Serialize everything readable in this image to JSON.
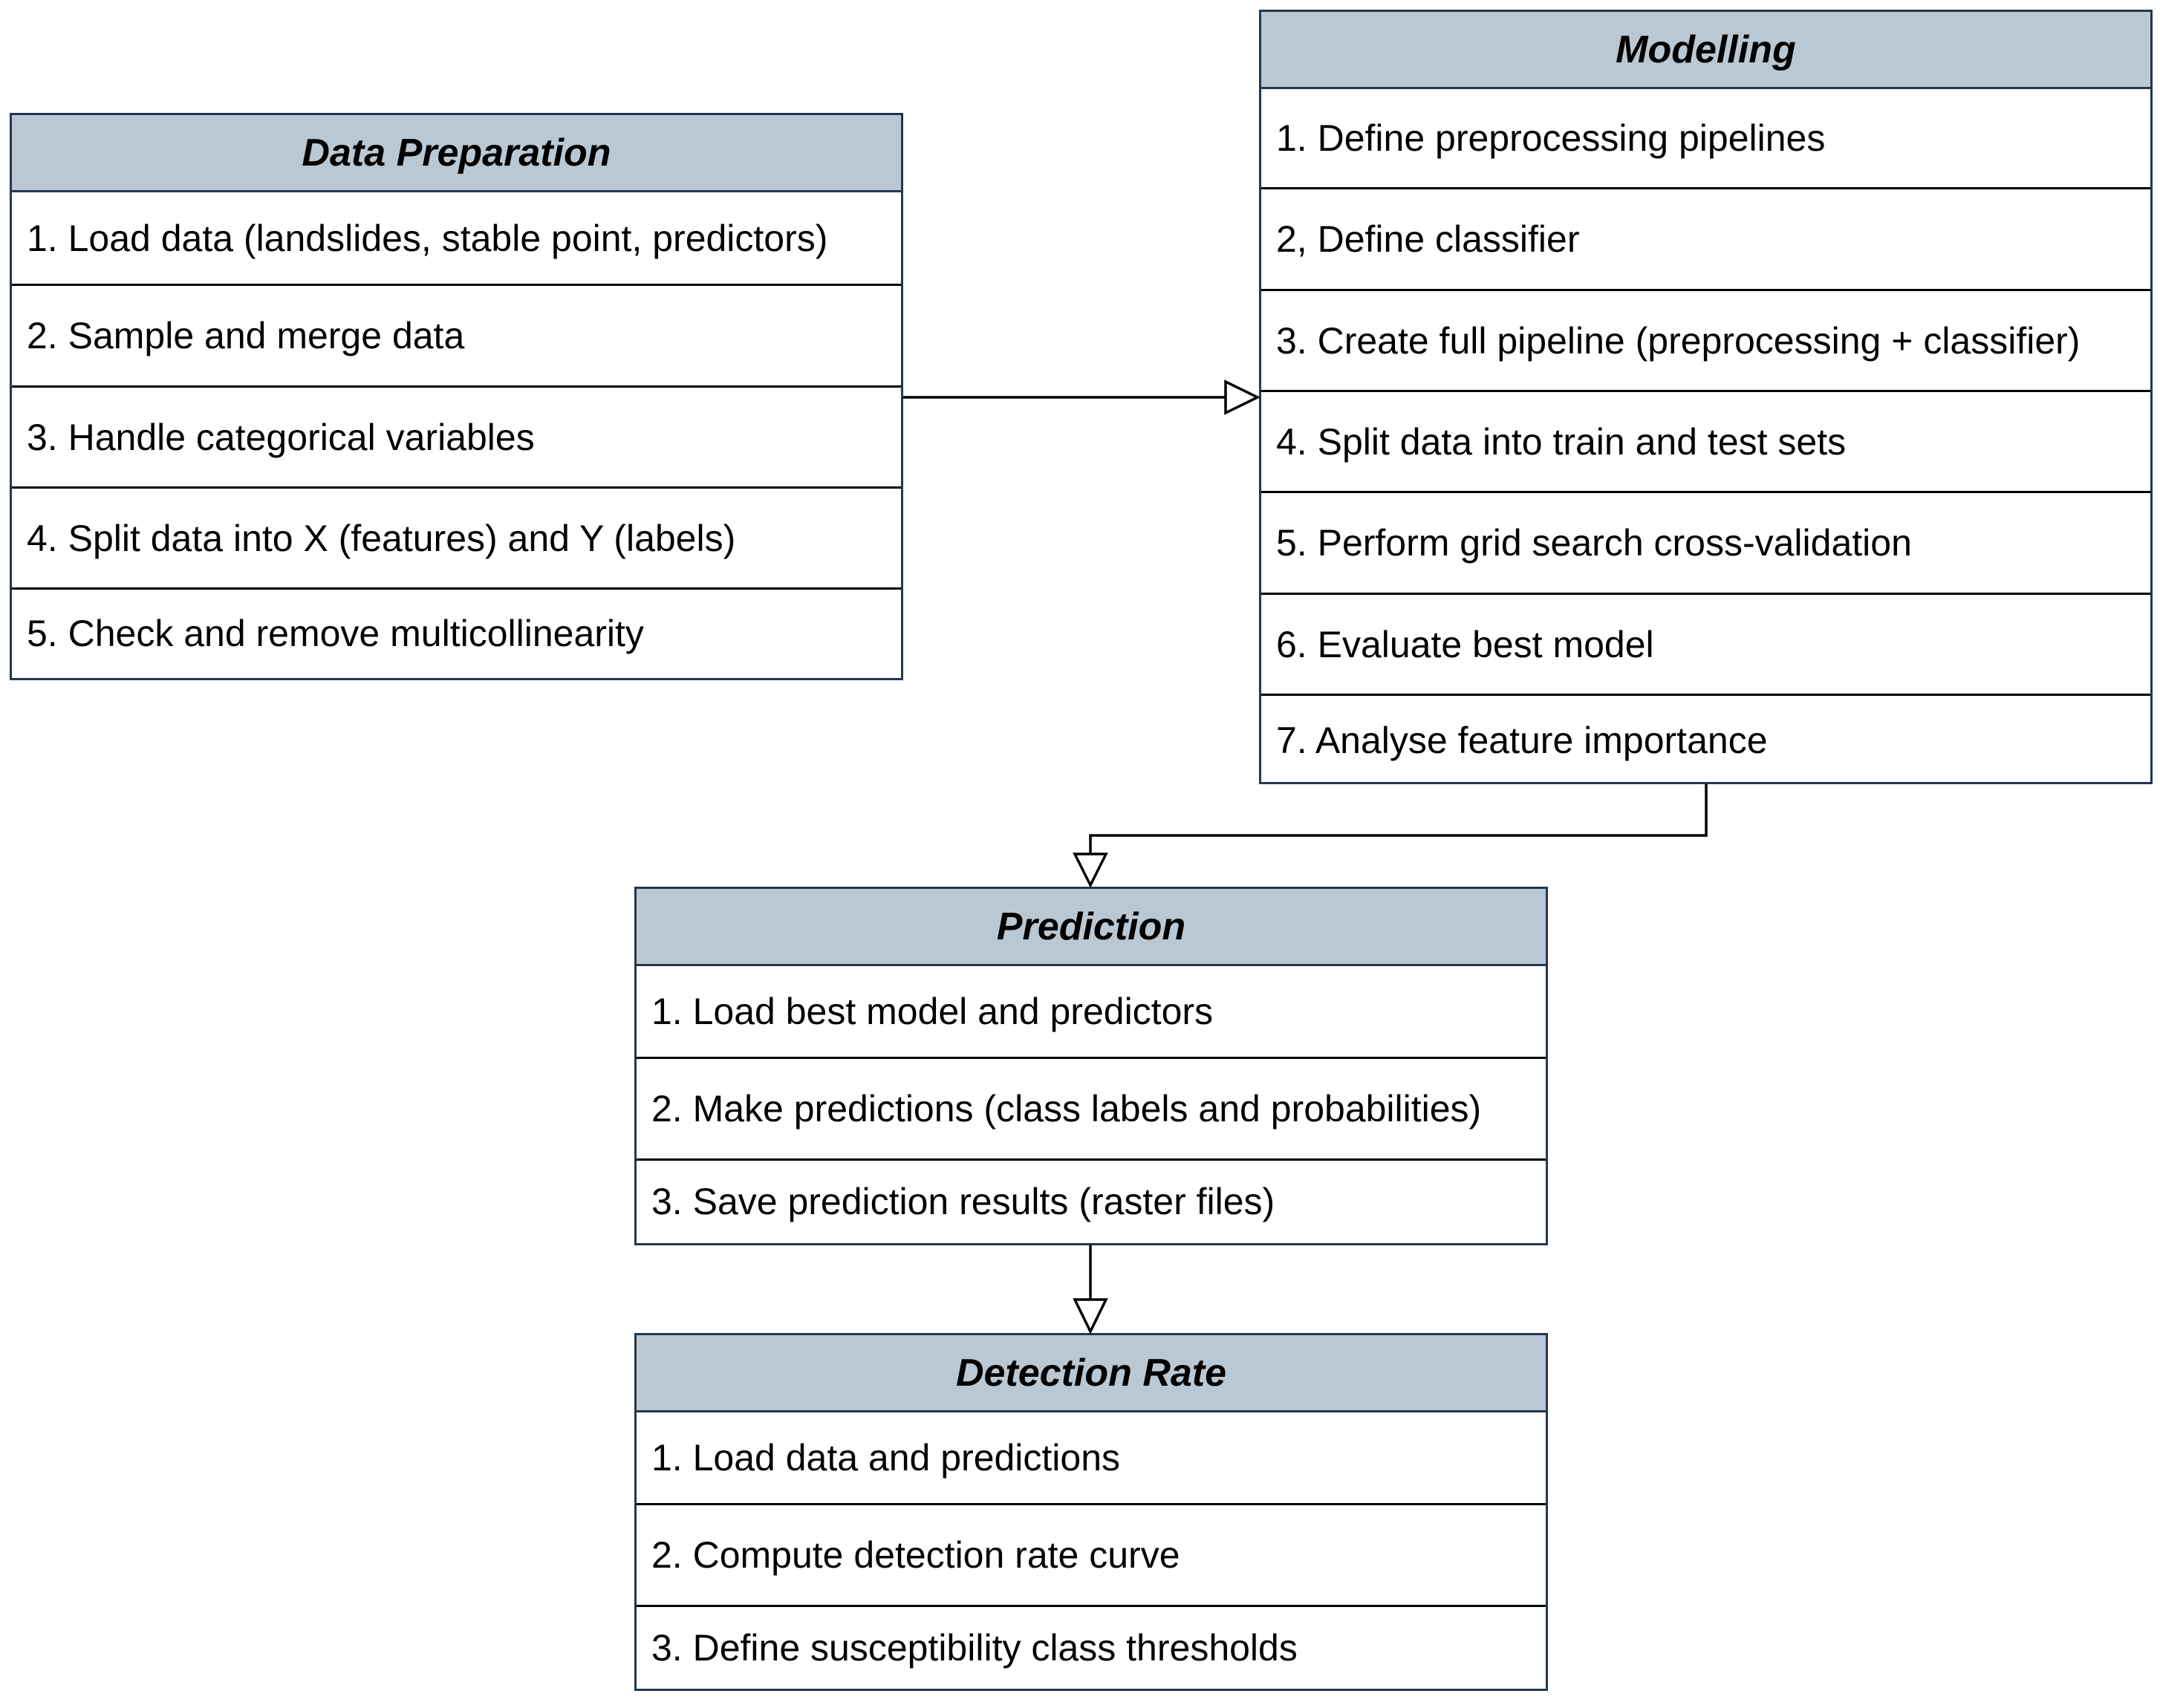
{
  "diagram": {
    "data_preparation": {
      "title": "Data Preparation",
      "steps": [
        "1. Load data (landslides, stable point, predictors)",
        "2. Sample and merge data",
        "3. Handle categorical variables",
        "4. Split data into X (features) and Y (labels)",
        "5. Check and remove multicollinearity"
      ]
    },
    "modelling": {
      "title": "Modelling",
      "steps": [
        "1. Define preprocessing pipelines",
        "2, Define classifier",
        "3. Create full pipeline (preprocessing + classifier)",
        "4. Split data into train and test sets",
        "5. Perform grid search cross-validation",
        "6. Evaluate best model",
        "7. Analyse feature importance"
      ]
    },
    "prediction": {
      "title": "Prediction",
      "steps": [
        "1. Load best model and predictors",
        "2. Make predictions (class labels and probabilities)",
        "3. Save prediction results (raster files)"
      ]
    },
    "detection_rate": {
      "title": "Detection Rate",
      "steps": [
        "1. Load data and predictions",
        "2. Compute detection rate curve",
        "3. Define susceptibility class thresholds"
      ]
    },
    "colors": {
      "header_fill": "#bac8d3",
      "box_border": "#23384f",
      "connector": "#000000"
    }
  }
}
